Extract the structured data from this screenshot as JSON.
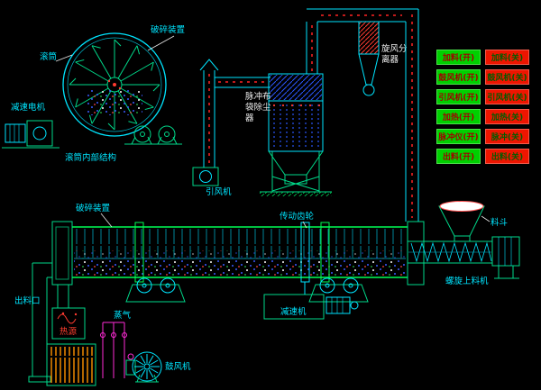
{
  "schematic_labels": {
    "crusher_detail": "破碎装置",
    "drum_section": "滚筒",
    "gear_motor": "减速电机",
    "drum_internal": "滚筒内部结构",
    "dust_collector_lines": [
      "脉冲布",
      "袋除尘",
      "器"
    ],
    "induced_fan": "引风机",
    "cyclone_lines": [
      "旋风分",
      "离器"
    ],
    "crusher_main": "破碎装置",
    "drive_gear": "传动齿轮",
    "hopper": "料斗",
    "screw_feeder": "螺旋上料机",
    "discharge_port": "出料口",
    "heat_source": "热源",
    "steam": "蒸气",
    "reducer": "减速机",
    "blower": "鼓风机"
  },
  "controls": {
    "on_buttons": [
      "加料(开)",
      "鼓风机(开)",
      "引风机(开)",
      "加热(开)",
      "脉冲仪(开)",
      "出料(开)"
    ],
    "off_buttons": [
      "加料(关)",
      "鼓风机(关)",
      "引风机(关)",
      "加热(关)",
      "脉冲(关)",
      "出料(关)"
    ]
  },
  "colors": {
    "background": "#000000",
    "line_cyan": "#00e5ff",
    "line_green": "#00d98a",
    "dot_blue": "#3a5bff",
    "flow_red": "#ff2222",
    "steam_magenta": "#ff2bd6",
    "tube_orange": "#ff9100",
    "button_on_bg": "#00d000",
    "button_on_text": "#a00000",
    "button_off_bg": "#ee1500",
    "button_off_text": "#005c00"
  }
}
